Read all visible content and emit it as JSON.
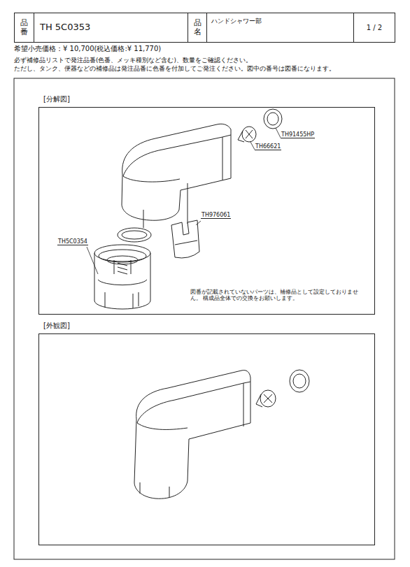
{
  "diagram": {
    "nodes": [
      {
        "text": [
          "品番"
        ]
      },
      {
        "text": [
          "TH 5C0353"
        ]
      },
      {
        "text": [
          "品名"
        ]
      },
      {
        "text": [
          "ハンドシャワー部"
        ]
      },
      {
        "text": [
          "1 / 2"
        ]
      },
      {
        "text": [
          "[分解図]"
        ]
      },
      {
        "text": [
          "[外観図]"
        ]
      }
    ],
    "labels": [
      "希望小売価格：¥ 10,700(税込価格:¥ 11,770)",
      "必ず補修品リストで発注品番(色番、メッキ種別など含む)、数量をご確認ください。",
      "ただし、タンク、便器などの補修品は発注品番に色番を付加してご発注ください。図中の番号は図番になります。",
      "TH91455HP",
      "TH66621",
      "TH976061",
      "TH5C0354",
      "図番が記載されていないパーツは、補修品として設定しておりません。 構成品全体での交換をお願いします。"
    ]
  }
}
